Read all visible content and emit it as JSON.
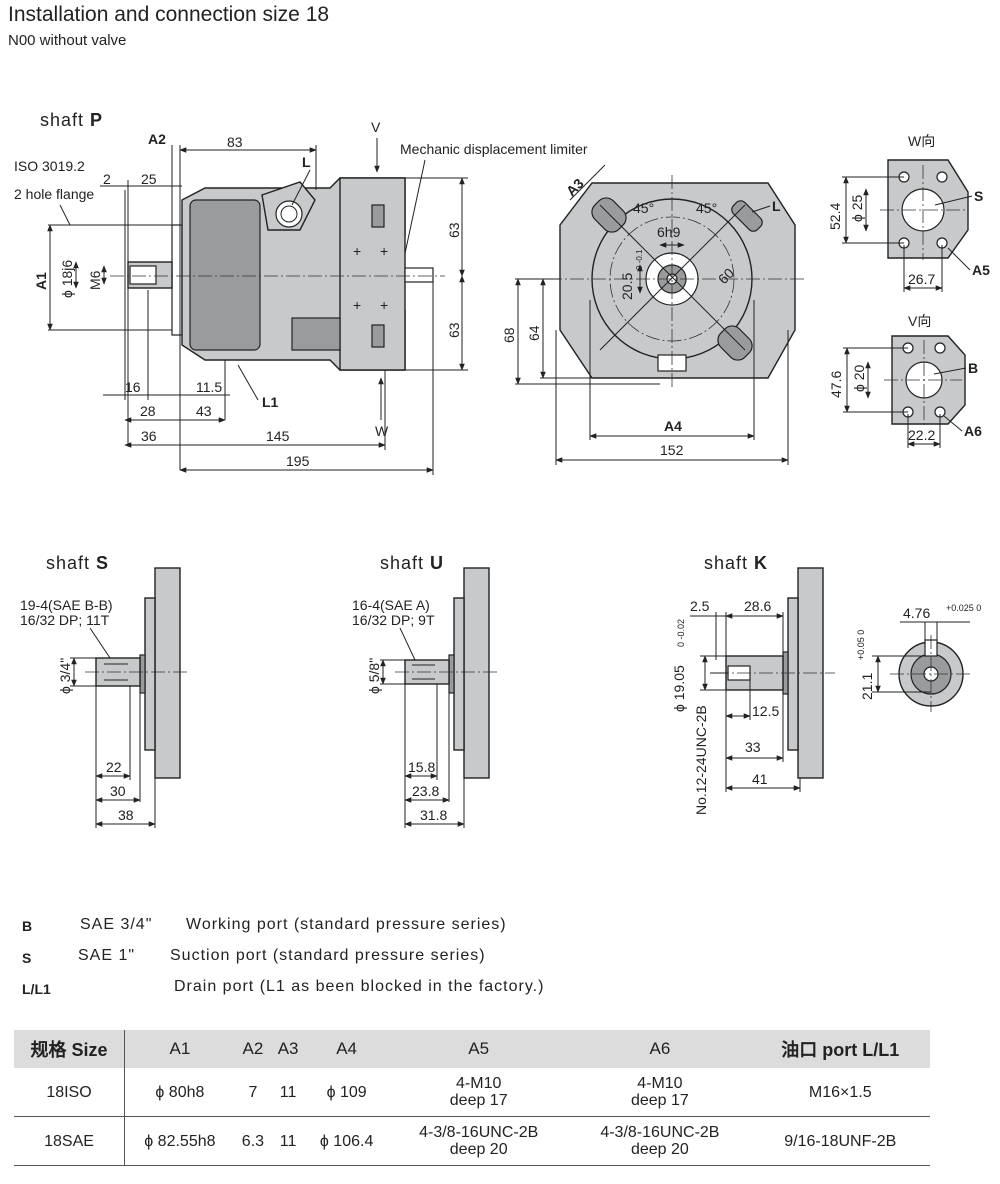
{
  "title": "Installation and connection size 18",
  "subtitle": "N00 without valve",
  "main_view": {
    "shaft_label": "shaft",
    "shaft_letter": "P",
    "iso_label": "ISO  3019.2",
    "flange_label": "2 hole flange",
    "limiter_label": "Mechanic displacement limiter",
    "dims": {
      "a2": "A2",
      "d83": "83",
      "L": "L",
      "V": "V",
      "d2": "2",
      "d25": "25",
      "d63a": "63",
      "d63b": "63",
      "a1": "A1",
      "phi18": "ϕ 18j6",
      "m6": "M6",
      "d16": "16",
      "d11_5": "11.5",
      "l1": "L1",
      "d28": "28",
      "d43": "43",
      "W": "W",
      "d36": "36",
      "d145": "145",
      "d195": "195"
    }
  },
  "front_view": {
    "dims": {
      "a3": "A3",
      "ang1": "45°",
      "ang2": "45°",
      "L": "L",
      "h9": "6h9",
      "r60": "60",
      "d20_5": "20.5",
      "tol": "0 -0.1",
      "d68": "68",
      "d64": "64",
      "a4": "A4",
      "d152": "152"
    }
  },
  "w_view": {
    "title": "W向",
    "d52_4": "52.4",
    "phi25": "ϕ 25",
    "S": "S",
    "d26_7": "26.7",
    "a5": "A5"
  },
  "v_view": {
    "title": "V向",
    "d47_6": "47.6",
    "phi20": "ϕ 20",
    "B": "B",
    "d22_2": "22.2",
    "a6": "A6"
  },
  "shaft_s": {
    "shaft_label": "shaft",
    "letter": "S",
    "spec1": "19-4(SAE  B-B)",
    "spec2": "16/32  DP;  11T",
    "dia": "ϕ 3/4\"",
    "d22": "22",
    "d30": "30",
    "d38": "38"
  },
  "shaft_u": {
    "shaft_label": "shaft",
    "letter": "U",
    "spec1": "16-4(SAE  A)",
    "spec2": "16/32  DP;  9T",
    "dia": "ϕ 5/8\"",
    "d15_8": "15.8",
    "d23_8": "23.8",
    "d31_8": "31.8"
  },
  "shaft_k": {
    "shaft_label": "shaft",
    "letter": "K",
    "d2_5": "2.5",
    "d28_6": "28.6",
    "dia": "ϕ 19.05",
    "dia_tol": "0 -0.02",
    "thread": "No.12-24UNC-2B",
    "d12_5": "12.5",
    "d33": "33",
    "d41": "41",
    "key": "4.76",
    "key_tol": "+0.025 0",
    "d21_1": "21.1",
    "d21_tol": "+0.05 0"
  },
  "legend": [
    {
      "key": "B",
      "size": "SAE 3/4\"",
      "desc": "Working port (standard pressure series)"
    },
    {
      "key": "S",
      "size": "SAE 1\"",
      "desc": "Suction port (standard pressure series)"
    },
    {
      "key": "L/L1",
      "size": "",
      "desc": "Drain port (L1 as been blocked in the factory.)"
    }
  ],
  "table": {
    "headers": [
      "规格 Size",
      "A1",
      "A2",
      "A3",
      "A4",
      "A5",
      "A6",
      "油口 port L/L1"
    ],
    "rows": [
      [
        "18ISO",
        "ϕ 80h8",
        "7",
        "11",
        "ϕ 109",
        "4-M10\ndeep 17",
        "4-M10\ndeep 17",
        "M16×1.5"
      ],
      [
        "18SAE",
        "ϕ 82.55h8",
        "6.3",
        "11",
        "ϕ 106.4",
        "4-3/8-16UNC-2B\ndeep 20",
        "4-3/8-16UNC-2B\ndeep 20",
        "9/16-18UNF-2B"
      ]
    ]
  }
}
